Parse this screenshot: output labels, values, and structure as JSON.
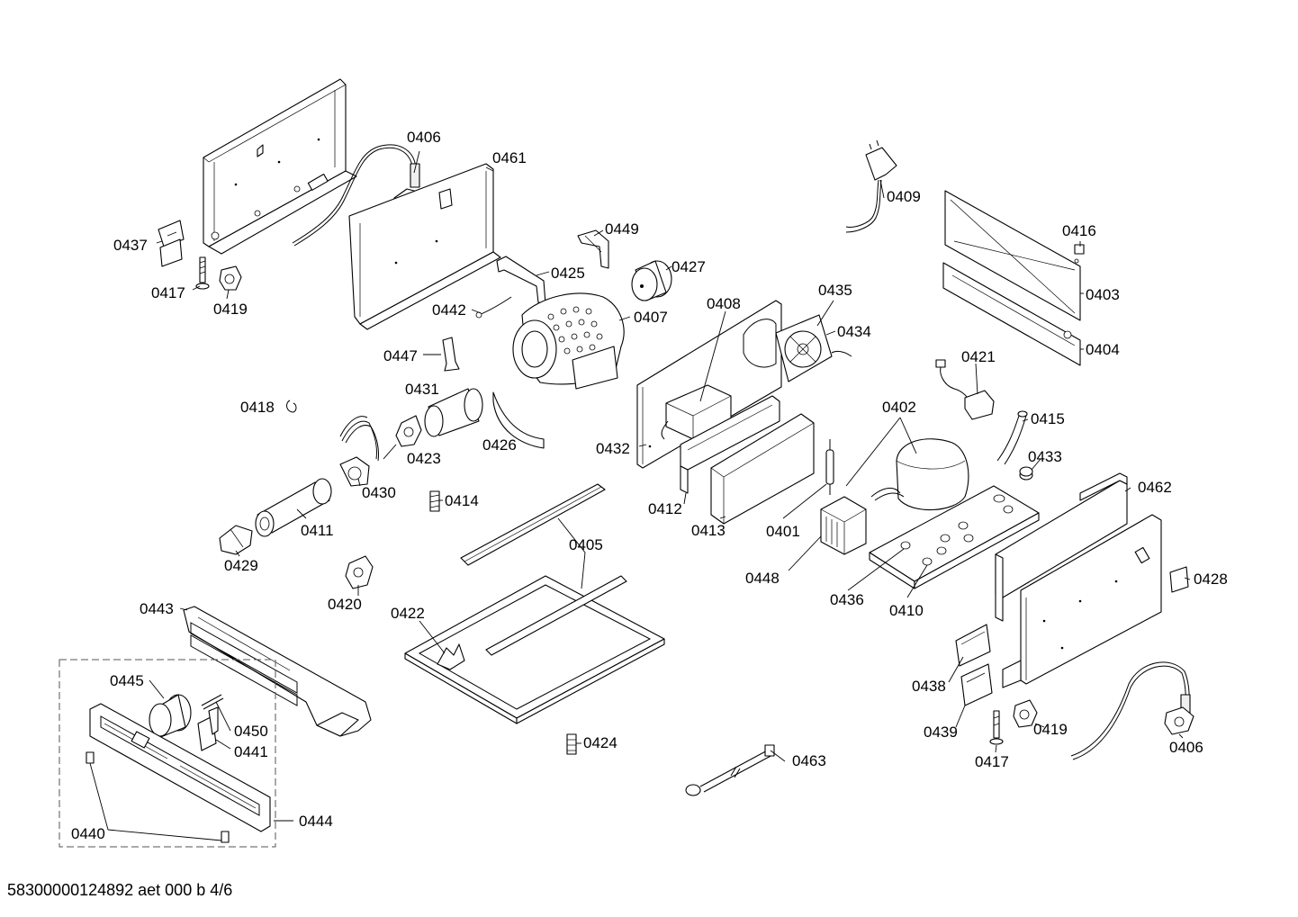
{
  "diagram": {
    "labels": {
      "p0406a": "0406",
      "p0461": "0461",
      "p0437": "0437",
      "p0417a": "0417",
      "p0419a": "0419",
      "p0449": "0449",
      "p0425": "0425",
      "p0427": "0427",
      "p0442": "0442",
      "p0407": "0407",
      "p0447": "0447",
      "p0418": "0418",
      "p0431": "0431",
      "p0423": "0423",
      "p0426": "0426",
      "p0430": "0430",
      "p0414": "0414",
      "p0411": "0411",
      "p0429": "0429",
      "p0420": "0420",
      "p0443": "0443",
      "p0422": "0422",
      "p0405": "0405",
      "p0445": "0445",
      "p0450": "0450",
      "p0441": "0441",
      "p0424": "0424",
      "p0440": "0440",
      "p0444": "0444",
      "p0409": "0409",
      "p0416": "0416",
      "p0403": "0403",
      "p0404": "0404",
      "p0408": "0408",
      "p0435": "0435",
      "p0434": "0434",
      "p0421": "0421",
      "p0402": "0402",
      "p0415": "0415",
      "p0432": "0432",
      "p0433": "0433",
      "p0462": "0462",
      "p0412": "0412",
      "p0413": "0413",
      "p0401": "0401",
      "p0448": "0448",
      "p0436": "0436",
      "p0410": "0410",
      "p0428": "0428",
      "p0438": "0438",
      "p0439": "0439",
      "p0417b": "0417",
      "p0419b": "0419",
      "p0406b": "0406",
      "p0463": "0463"
    },
    "footer": "58300000124892 aet 000 b 4/6"
  }
}
